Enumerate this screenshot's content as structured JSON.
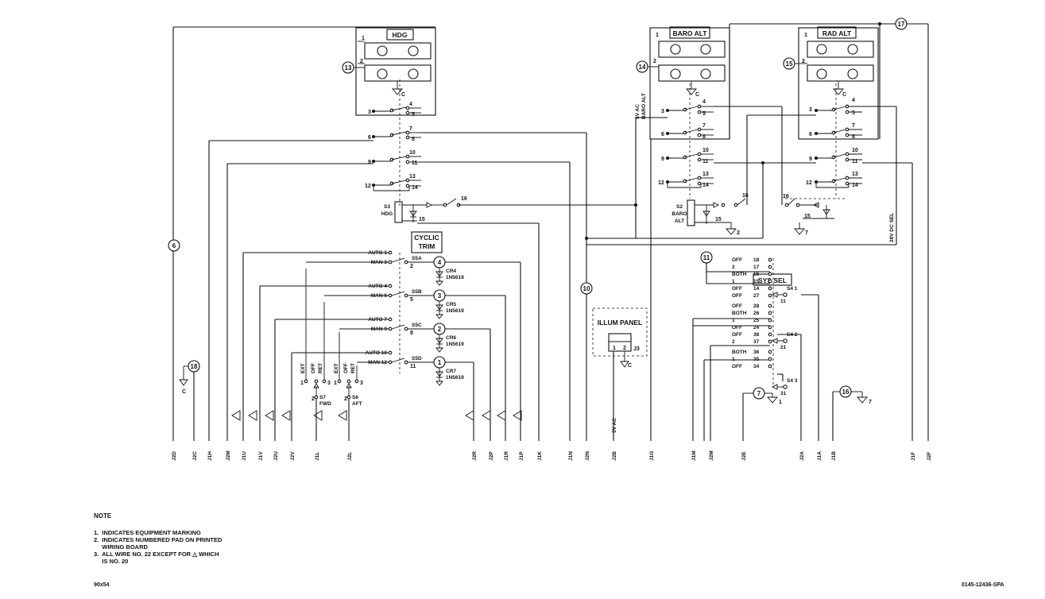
{
  "switches": {
    "hdg": {
      "title": "HDG",
      "ref": "13",
      "s_label": "S3",
      "s_name": "HDG"
    },
    "baro": {
      "title": "BARO ALT",
      "ref": "14",
      "s_label": "S2",
      "s_name": "BARO",
      "s_name2": "ALT",
      "side_a": "5V AC",
      "side_b": "BARO ALT"
    },
    "rad": {
      "title": "RAD ALT",
      "ref": "15"
    }
  },
  "deck_pins": {
    "p1": "1",
    "p2": "2",
    "p3": "3",
    "p4": "4",
    "p5": "5",
    "p6": "6",
    "p7": "7",
    "p8": "8",
    "p9": "9",
    "p10": "10",
    "p11": "11",
    "p12": "12",
    "p13": "13",
    "p14": "14",
    "p15": "15",
    "p16": "16",
    "gnd": "C"
  },
  "cyclic_trim": {
    "title_l1": "CYCLIC",
    "title_l2": "TRIM",
    "rows": [
      {
        "auto": "AUTO 1",
        "man": "MAN 3",
        "sw": "S5A",
        "sw_pin": "2",
        "node": "4",
        "cr": "CR4",
        "part": "1N5619"
      },
      {
        "auto": "AUTO 4",
        "man": "MAN 6",
        "sw": "S5B",
        "sw_pin": "5",
        "node": "3",
        "cr": "CR5",
        "part": "1N5619"
      },
      {
        "auto": "AUTO 7",
        "man": "MAN 9",
        "sw": "S5C",
        "sw_pin": "8",
        "node": "2",
        "cr": "CR6",
        "part": "1N5619"
      },
      {
        "auto": "AUTO 10",
        "man": "MAN 12",
        "sw": "S5D",
        "sw_pin": "11",
        "node": "1",
        "cr": "CR7",
        "part": "1N5619"
      }
    ],
    "s7": {
      "label": "S7",
      "name": "FWD",
      "ext": "EXT",
      "off": "OFF",
      "ret": "RET"
    },
    "s6": {
      "label": "S6",
      "name": "AFT"
    }
  },
  "illum": {
    "title": "ILLUM PANEL",
    "jack": "J3",
    "pin1": "1",
    "pin2": "2",
    "wire": "5V AC"
  },
  "sys_sel": {
    "title": "SYS SEL",
    "decks": [
      {
        "sw": "S4 1",
        "common": "11",
        "pos": [
          [
            "OFF",
            "18"
          ],
          [
            "2",
            "17"
          ],
          [
            "BOTH",
            "16"
          ],
          [
            "1",
            "15"
          ],
          [
            "OFF",
            "14"
          ],
          [
            "OFF",
            "27"
          ]
        ]
      },
      {
        "sw": "S4 2",
        "common": "21",
        "pos": [
          [
            "OFF",
            "28"
          ],
          [
            "BOTH",
            "26"
          ],
          [
            "1",
            "25"
          ],
          [
            "OFF",
            "24"
          ],
          [
            "OFF",
            "38"
          ],
          [
            "2",
            "37"
          ]
        ]
      },
      {
        "sw": "S4 3",
        "common": "31",
        "pos": [
          [
            "BOTH",
            "36"
          ],
          [
            "1",
            "35"
          ],
          [
            "OFF",
            "34"
          ]
        ]
      }
    ]
  },
  "refs": {
    "r6": "6",
    "r10": "10",
    "r11": "11",
    "r16": "16",
    "r17": "17",
    "r18": "18",
    "r7": "7",
    "tri1": "1",
    "tri2": "2",
    "tri7": "7",
    "dc": "28V DC SEL",
    "gndc": "C"
  },
  "connectors": [
    "J2D",
    "J2C",
    "J1H",
    "J2M",
    "J1U",
    "J1V",
    "J2U",
    "J2V",
    "J1L",
    "J2L",
    "J2R",
    "J2P",
    "J1R",
    "J1P",
    "J1K",
    "J1N",
    "J2N",
    "J2B",
    "J1G",
    "J1M",
    "J2M",
    "J2E",
    "J2A",
    "J1A",
    "J1B",
    "J1F",
    "J2F"
  ],
  "notes": {
    "heading": "NOTE",
    "items": [
      "1.  INDICATES EQUIPMENT MARKING",
      "2.  INDICATES NUMBERED PAD ON PRINTED",
      "     WIRING BOARD",
      "3.  ALL WIRE NO. 22 EXCEPT FOR",
      "     IS NO. 20"
    ],
    "which": "WHICH"
  },
  "fig_left": "90x54",
  "fig_right": "0145-12436-SPA"
}
